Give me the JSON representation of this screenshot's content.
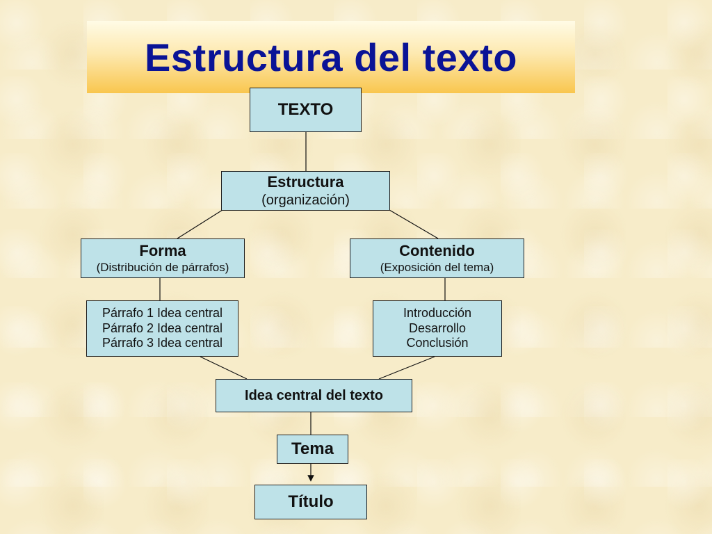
{
  "slide": {
    "title": "Estructura del texto"
  },
  "diagram": {
    "texto": {
      "label": "TEXTO"
    },
    "estructura": {
      "label": "Estructura",
      "sublabel": "(organización)"
    },
    "forma": {
      "label": "Forma",
      "sublabel": "(Distribución de párrafos)"
    },
    "contenido": {
      "label": "Contenido",
      "sublabel": "(Exposición del tema)"
    },
    "parrafos": {
      "lines": [
        "Párrafo 1 Idea central",
        "Párrafo 2 Idea central",
        "Párrafo 3 Idea central"
      ]
    },
    "partes": {
      "lines": [
        "Introducción",
        "Desarrollo",
        "Conclusión"
      ]
    },
    "idea_central": {
      "label": "Idea central del texto"
    },
    "tema": {
      "label": "Tema"
    },
    "titulo": {
      "label": "Título"
    }
  }
}
